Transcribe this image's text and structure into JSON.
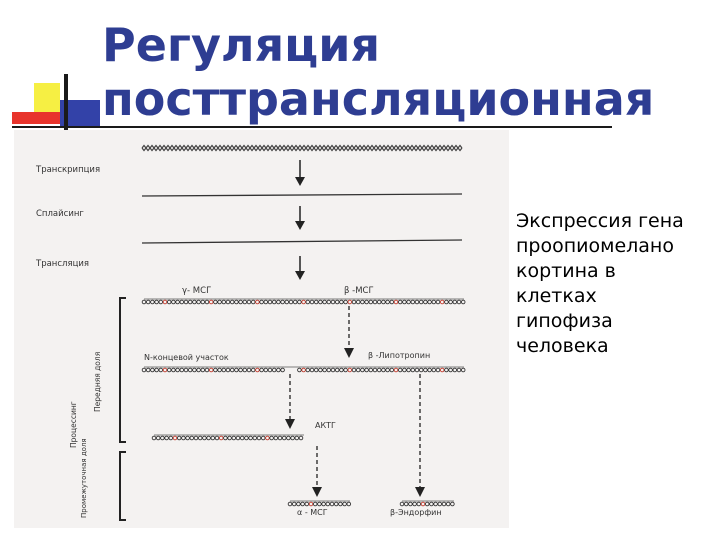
{
  "title": {
    "line1": "Регуляция",
    "line2": "посттрансляционная"
  },
  "diagram": {
    "steps": [
      "Транскрипция",
      "Сплайсинг",
      "Трансляция"
    ],
    "products": {
      "gamma_msg": "γ- МСГ",
      "beta_msg": "β -МСГ",
      "n_terminal": "N-концевой участок",
      "beta_lipotropin": "β -Липотропин",
      "actg": "АКТГ",
      "alpha_msg": "α - МСГ",
      "beta_endorphin": "β-Эндорфин"
    },
    "side_labels": {
      "processing": "Процессинг",
      "anterior_lobe": "Передняя доля",
      "intermediate_lobe": "Промежуточная доля"
    }
  },
  "caption": {
    "lines": [
      "Экспрессия гена",
      "проопиомелано",
      "кортина в",
      "клетках",
      "гипофиза",
      "человека"
    ]
  }
}
